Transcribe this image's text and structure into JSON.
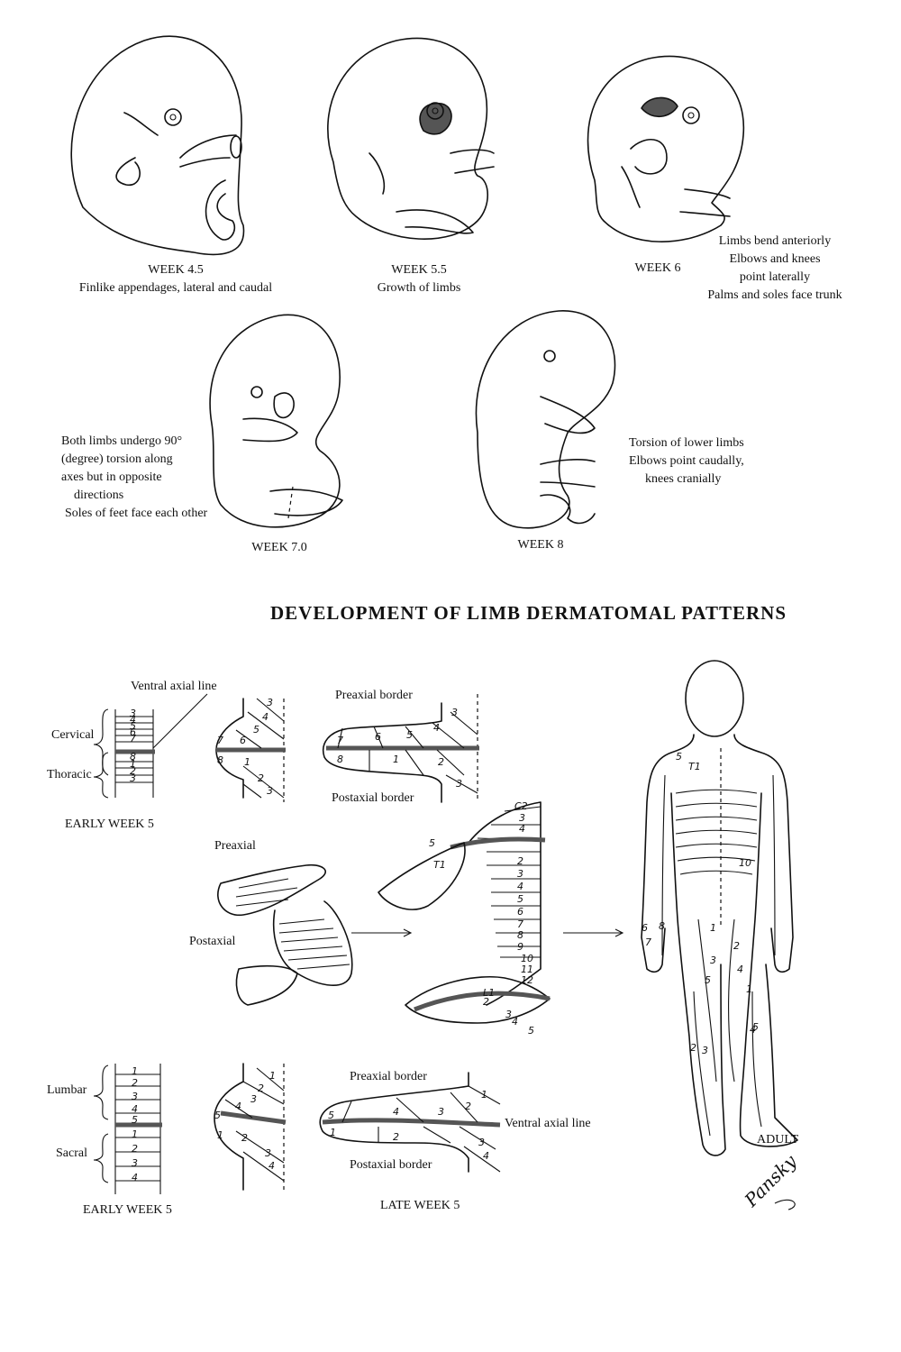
{
  "embryos": [
    {
      "week": "WEEK 4.5",
      "caption": [
        "Finlike appendages, lateral and caudal"
      ]
    },
    {
      "week": "WEEK 5.5",
      "caption": [
        "Growth of limbs"
      ]
    },
    {
      "week": "WEEK 6",
      "caption": [
        "Limbs bend anteriorly",
        "Elbows and knees",
        "point laterally",
        "Palms and soles face trunk"
      ]
    },
    {
      "week": "WEEK 7.0",
      "caption": [
        "Both limbs undergo 90°",
        "(degree) torsion along",
        "axes but in opposite",
        "directions",
        "Soles of feet face each other"
      ]
    },
    {
      "week": "WEEK 8",
      "caption": [
        "Torsion of lower limbs",
        "Elbows point caudally,",
        "knees cranially"
      ]
    }
  ],
  "title": "DEVELOPMENT OF LIMB DERMATOMAL PATTERNS",
  "labels": {
    "ventral_axial_line_top": "Ventral axial line",
    "cervical": "Cervical",
    "thoracic": "Thoracic",
    "early_week5_top": "EARLY WEEK 5",
    "preaxial_border_top": "Preaxial border",
    "postaxial_border_top": "Postaxial border",
    "preaxial": "Preaxial",
    "postaxial": "Postaxial",
    "lumbar": "Lumbar",
    "sacral": "Sacral",
    "early_week5_bottom": "EARLY WEEK 5",
    "preaxial_border_bottom": "Preaxial border",
    "postaxial_border_bottom": "Postaxial border",
    "ventral_axial_line_bottom": "Ventral axial line",
    "late_week5": "LATE WEEK 5",
    "adult": "ADULT",
    "signature": "Pansky"
  },
  "segments": {
    "cervical_column": [
      "3",
      "4",
      "5",
      "6",
      "7",
      "8",
      "1",
      "2",
      "3"
    ],
    "upper_bud_cranial": [
      "3",
      "4",
      "5",
      "6",
      "7"
    ],
    "upper_bud_caudal": [
      "8",
      "1",
      "2",
      "3"
    ],
    "lumbar_column": [
      "1",
      "2",
      "3",
      "4",
      "5",
      "1",
      "2",
      "3",
      "4"
    ],
    "lower_bud_cranial": [
      "1",
      "2",
      "3",
      "4",
      "5"
    ],
    "lower_bud_caudal": [
      "1",
      "2",
      "3",
      "4"
    ],
    "late_upper": [
      "3",
      "4",
      "5",
      "6",
      "7",
      "8",
      "1",
      "2",
      "3"
    ],
    "late_lower": [
      "1",
      "2",
      "3",
      "4",
      "5",
      "1",
      "2",
      "3",
      "4"
    ],
    "week6_trunk": [
      "C2",
      "3",
      "4",
      "5",
      "T1",
      "2",
      "3",
      "4",
      "5",
      "6",
      "7",
      "8",
      "9",
      "10",
      "11",
      "12"
    ],
    "week6_leg": [
      "L1",
      "2",
      "3",
      "4",
      "5"
    ],
    "adult_marks": [
      "5",
      "T1",
      "10",
      "6",
      "7",
      "8",
      "1",
      "2",
      "3",
      "4",
      "5",
      "1",
      "2",
      "3",
      "4",
      "5"
    ]
  }
}
